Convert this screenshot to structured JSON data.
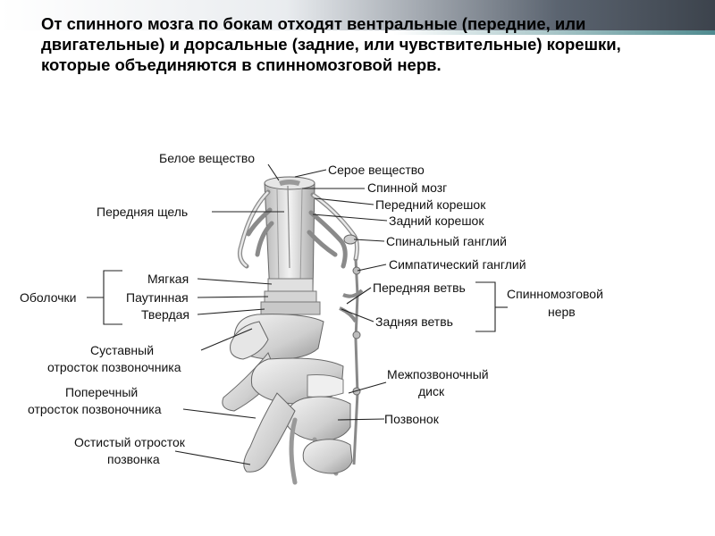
{
  "heading": "От спинного мозга по бокам отходят вентральные (передние, или двигательные) и дорсальные (задние, или чувствительные) корешки, которые объединяются в спинномозговой нерв.",
  "labels": {
    "white_matter": "Белое вещество",
    "gray_matter": "Серое вещество",
    "spinal_cord": "Спинной мозг",
    "anterior_fissure": "Передняя щель",
    "anterior_root": "Передний корешок",
    "posterior_root": "Задний корешок",
    "spinal_ganglion": "Спинальный ганглий",
    "sympathetic_ganglion": "Симпатический ганглий",
    "membranes": "Оболочки",
    "pia": "Мягкая",
    "arachnoid": "Паутинная",
    "dura": "Твердая",
    "anterior_branch": "Передняя ветвь",
    "posterior_branch": "Задняя ветвь",
    "spinal_nerve_1": "Спинномозговой",
    "spinal_nerve_2": "нерв",
    "articular_1": "Суставный",
    "articular_2": "отросток позвоночника",
    "transverse_1": "Поперечный",
    "transverse_2": "отросток позвоночника",
    "spinous_1": "Остистый отросток",
    "spinous_2": "позвонка",
    "disc_1": "Межпозвоночный",
    "disc_2": "диск",
    "vertebra": "Позвонок"
  },
  "colors": {
    "bone": "#d9d9d9",
    "bone_dark": "#8e8e8e",
    "line": "#222222"
  }
}
